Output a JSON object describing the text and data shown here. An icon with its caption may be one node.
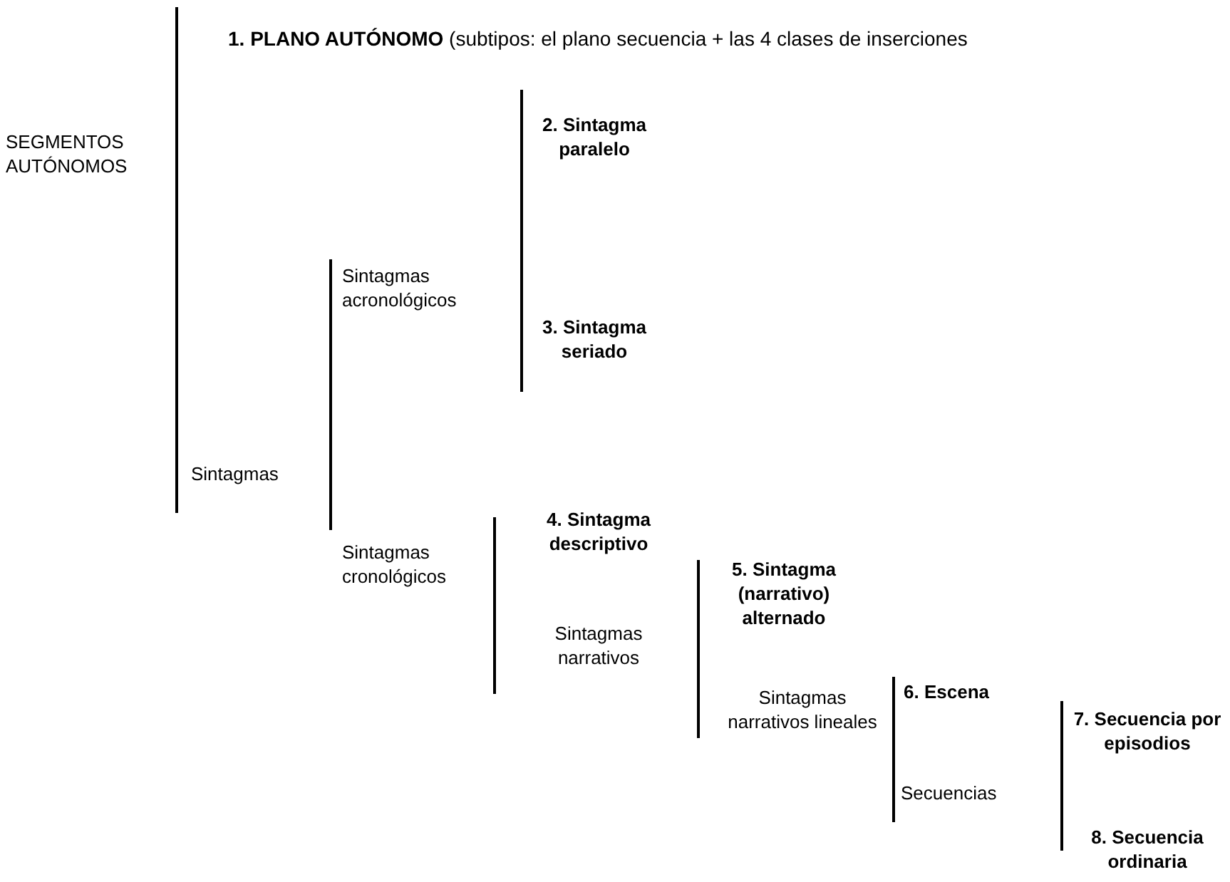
{
  "diagram": {
    "nodes": [
      {
        "text": [
          "SEGMENTOS AUTÓNOMOS"
        ]
      },
      {
        "text": [
          "**1. PLANO AUTÓNOMO** (subtipos: el plano secuencia + las 4 clases de inserciones"
        ]
      },
      {
        "text": [
          "Sintagmas"
        ]
      },
      {
        "text": [
          "Sintagmas acronológicos"
        ]
      },
      {
        "text": [
          "2. Sintagma paralelo"
        ]
      },
      {
        "text": [
          "3. Sintagma seriado"
        ]
      },
      {
        "text": [
          "Sintagmas cronológicos"
        ]
      },
      {
        "text": [
          "4. Sintagma descriptivo"
        ]
      },
      {
        "text": [
          "Sintagmas narrativos"
        ]
      },
      {
        "text": [
          "5. Sintagma (narrativo) alternado"
        ]
      },
      {
        "text": [
          "Sintagmas narrativos lineales"
        ]
      },
      {
        "text": [
          "6. Escena"
        ]
      },
      {
        "text": [
          "Secuencias"
        ]
      },
      {
        "text": [
          "7. Secuencia por episodios"
        ]
      },
      {
        "text": [
          "8. Secuencia ordinaria"
        ]
      }
    ]
  }
}
